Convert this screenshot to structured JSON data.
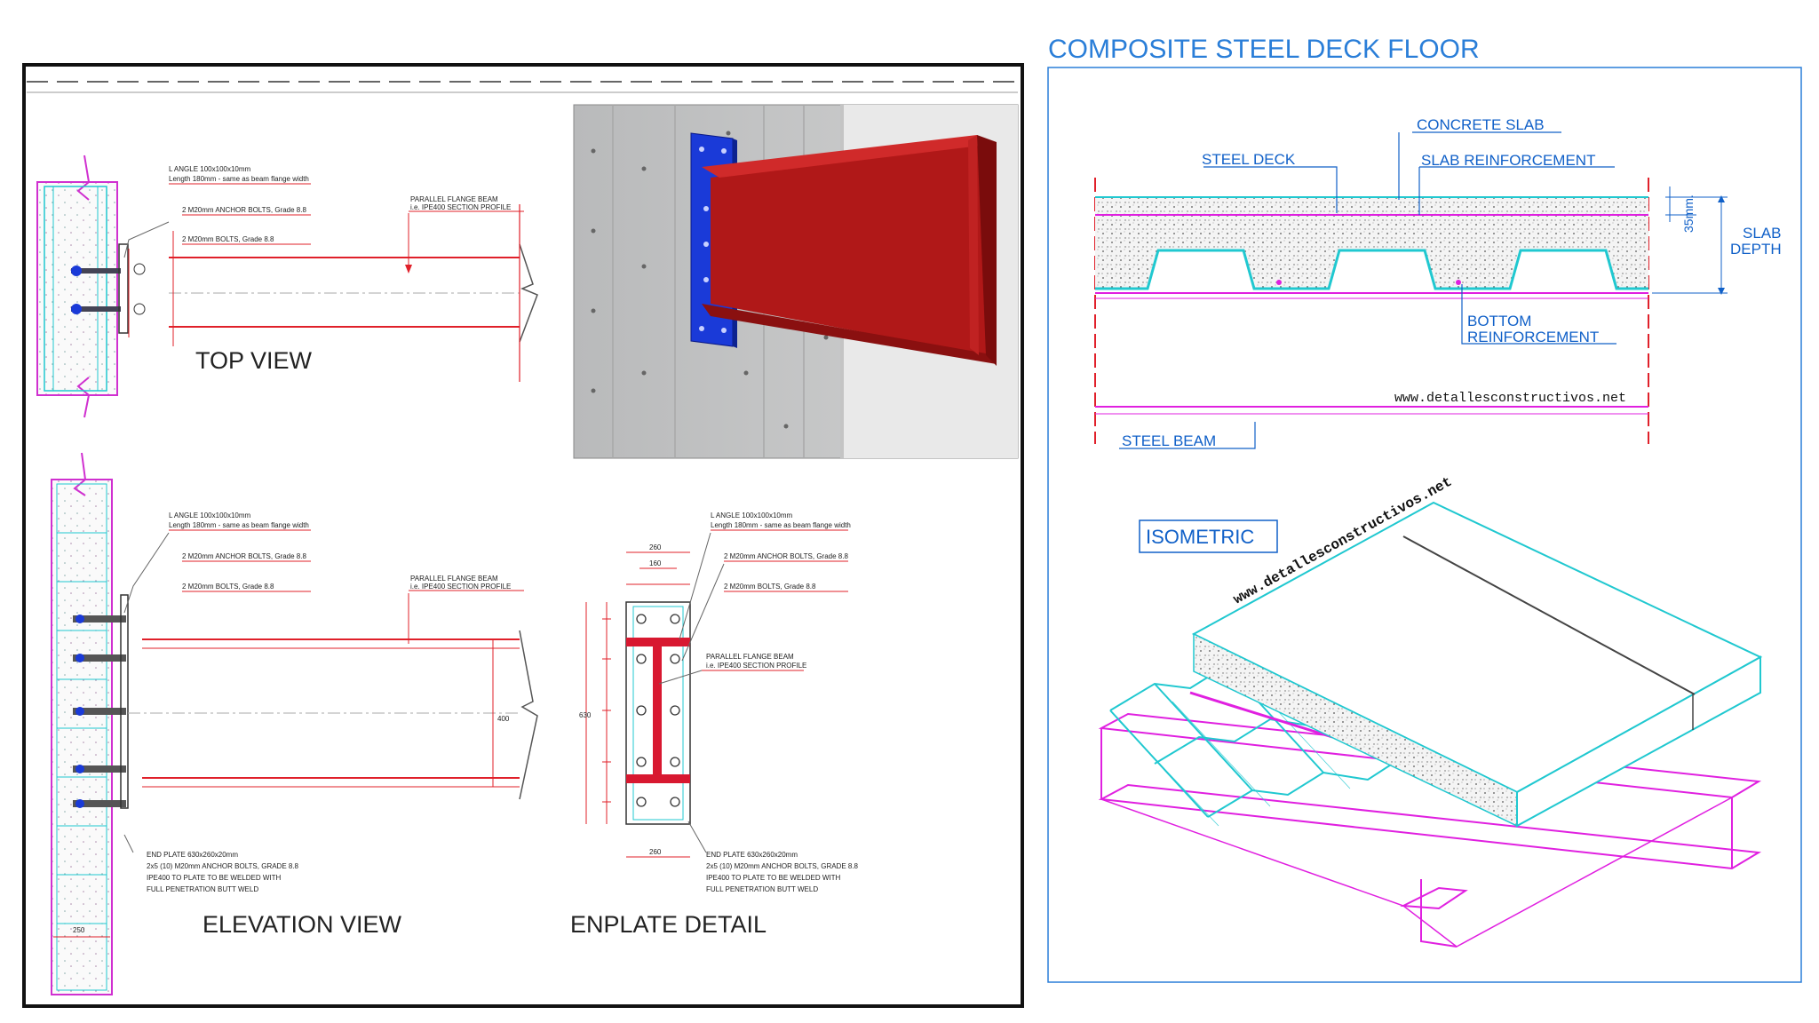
{
  "left_sheet": {
    "top_view": {
      "title": "TOP VIEW",
      "notes": [
        "L ANGLE 100x100x10mm",
        "Length 180mm - same as beam flange width",
        "2 M20mm ANCHOR BOLTS, Grade 8.8",
        "2 M20mm BOLTS, Grade 8.8",
        "PARALLEL FLANGE BEAM",
        "i.e. IPE400 SECTION PROFILE"
      ]
    },
    "elevation_view": {
      "title": "ELEVATION VIEW",
      "notes": [
        "L ANGLE 100x100x10mm",
        "Length 180mm - same as beam flange width",
        "2 M20mm ANCHOR BOLTS, Grade 8.8",
        "2 M20mm BOLTS, Grade 8.8",
        "PARALLEL FLANGE BEAM",
        "i.e. IPE400 SECTION PROFILE",
        "END PLATE 630x260x20mm",
        "2x5 (10) M20mm ANCHOR BOLTS, GRADE 8.8",
        "IPE400 TO PLATE TO BE WELDED WITH",
        "FULL PENETRATION BUTT WELD"
      ],
      "dims": [
        "250",
        "400"
      ]
    },
    "enplate_detail": {
      "title": "ENPLATE DETAIL",
      "notes": [
        "L ANGLE 100x100x10mm",
        "Length 180mm - same as beam flange width",
        "2 M20mm ANCHOR BOLTS, Grade 8.8",
        "2 M20mm BOLTS, Grade 8.8",
        "PARALLEL FLANGE BEAM",
        "i.e. IPE400 SECTION PROFILE",
        "END PLATE 630x260x20mm",
        "2x5 (10) M20mm ANCHOR BOLTS, GRADE 8.8",
        "IPE400 TO PLATE TO BE WELDED WITH",
        "FULL PENETRATION BUTT WELD"
      ],
      "dims": [
        "260",
        "160",
        "630",
        "260"
      ]
    }
  },
  "right_sheet": {
    "title": "COMPOSITE STEEL DECK FLOOR",
    "section": {
      "concrete_slab": "CONCRETE SLAB",
      "steel_deck": "STEEL DECK",
      "slab_reinforcement": "SLAB REINFORCEMENT",
      "bottom_reinforcement_1": "BOTTOM",
      "bottom_reinforcement_2": "REINFORCEMENT",
      "steel_beam": "STEEL BEAM",
      "slab_depth_1": "SLAB",
      "slab_depth_2": "DEPTH",
      "cover": "35mm.",
      "watermark": "www.detallesconstructivos.net"
    },
    "isometric": {
      "label": "ISOMETRIC",
      "watermark": "www.detallesconstructivos.net"
    }
  },
  "colors": {
    "cad_red": "#e0202a",
    "cad_magenta": "#e020e0",
    "cad_cyan": "#20c8d0",
    "title_blue": "#2a7ed8",
    "beam_red": "#b01818",
    "plate_blue": "#1a3ad8"
  }
}
